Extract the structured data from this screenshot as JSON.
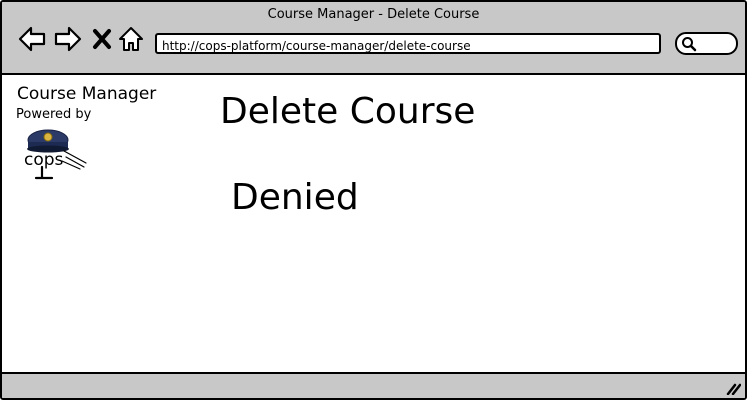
{
  "window": {
    "title": "Course Manager - Delete Course"
  },
  "toolbar": {
    "back_icon": "arrow-left-icon",
    "forward_icon": "arrow-right-icon",
    "stop_icon": "close-icon",
    "home_icon": "home-icon",
    "search_icon": "search-icon"
  },
  "address_bar": {
    "url": "http://cops-platform/course-manager/delete-course"
  },
  "sidebar": {
    "app_name": "Course Manager",
    "powered_by": "Powered by",
    "logo_text": "cops"
  },
  "main": {
    "title": "Delete Course",
    "status": "Denied"
  },
  "colors": {
    "chrome": "#c8c8c8",
    "border": "#000000",
    "background": "#ffffff",
    "logo_cap": "#2b3a67"
  }
}
